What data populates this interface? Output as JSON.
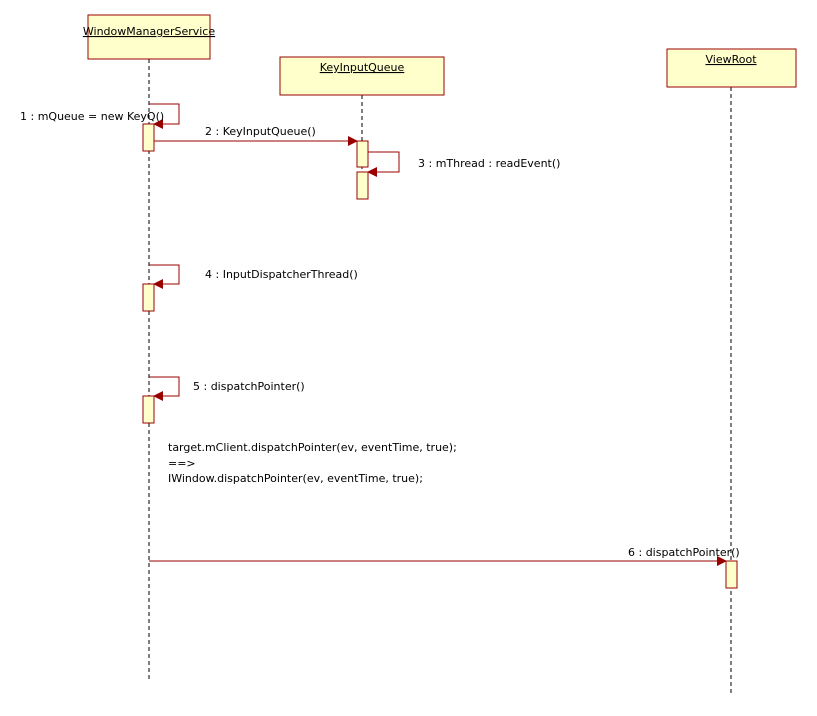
{
  "objects": [
    {
      "name": "WindowManagerService"
    },
    {
      "name": "KeyInputQueue"
    },
    {
      "name": "ViewRoot"
    }
  ],
  "messages": [
    {
      "label": "1 : mQueue = new KeyQ()"
    },
    {
      "label": "2 : KeyInputQueue()"
    },
    {
      "label": "3 : mThread : readEvent()"
    },
    {
      "label": "4 : InputDispatcherThread()"
    },
    {
      "label": "5 : dispatchPointer()"
    },
    {
      "label": "6 : dispatchPointer()"
    }
  ],
  "note": {
    "lines": [
      "target.mClient.dispatchPointer(ev, eventTime, true);",
      "==>",
      "IWindow.dispatchPointer(ev, eventTime, true);"
    ]
  },
  "colors": {
    "object_fill": "#FFFFCC",
    "object_stroke": "#990000",
    "activation_fill": "#FFFFCC",
    "message_line": "#990000",
    "lifeline": "#000000"
  }
}
